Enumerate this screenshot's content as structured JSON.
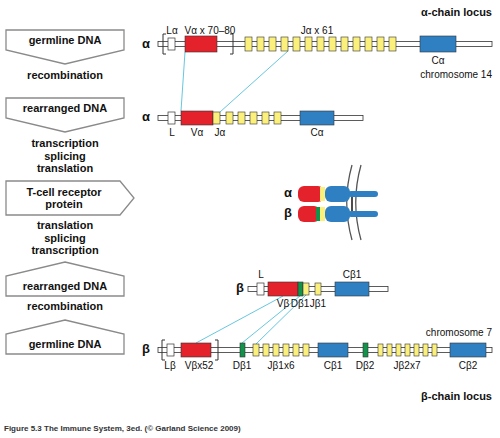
{
  "diagram": {
    "caption": "Figure 5.3 The Immune System, 3ed. (© Garland Science 2009)",
    "nodes": [
      {
        "text": [
          "germline DNA"
        ]
      },
      {
        "text": [
          "rearranged DNA"
        ]
      },
      {
        "text": [
          "T-cell receptor protein"
        ]
      },
      {
        "text": [
          "rearranged DNA"
        ]
      },
      {
        "text": [
          "germline DNA"
        ]
      }
    ],
    "labels": [
      "α-chain locus",
      "α",
      "Lα",
      "Vα x 70–80",
      "Jα x 61",
      "Cα",
      "chromosome 14",
      "recombination",
      "α",
      "L",
      "Vα",
      "Jα",
      "Cα",
      "transcription splicing translation",
      "α",
      "β",
      "translation splicing transcription",
      "L",
      "Cβ1",
      "β",
      "Vβ",
      "Dβ1",
      "Jβ1",
      "recombination",
      "chromosome 7",
      "β",
      "Lβ",
      "Vβx52",
      "Dβ1",
      "Jβ1x6",
      "Cβ1",
      "Dβ2",
      "Jβ2x7",
      "Cβ2",
      "β-chain locus"
    ]
  }
}
